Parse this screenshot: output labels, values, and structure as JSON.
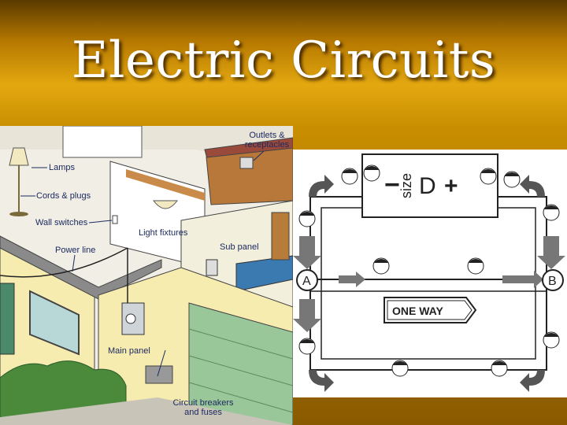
{
  "slide": {
    "title": "Electric Circuits"
  },
  "house_diagram": {
    "labels": {
      "lamps": "Lamps",
      "cords": "Cords & plugs",
      "wall_switches": "Wall switches",
      "power_line": "Power line",
      "light_fixtures": "Light fixtures",
      "outlets_line1": "Outlets &",
      "outlets_line2": "receptacles",
      "sub_panel": "Sub panel",
      "main_panel": "Main panel",
      "breakers_line1": "Circuit breakers",
      "breakers_line2": "and fuses"
    }
  },
  "circuit_diagram": {
    "battery_size": "size",
    "battery_letter": "D",
    "minus": "−",
    "plus": "+",
    "point_a": "A",
    "point_b": "B",
    "sign": "ONE WAY"
  }
}
